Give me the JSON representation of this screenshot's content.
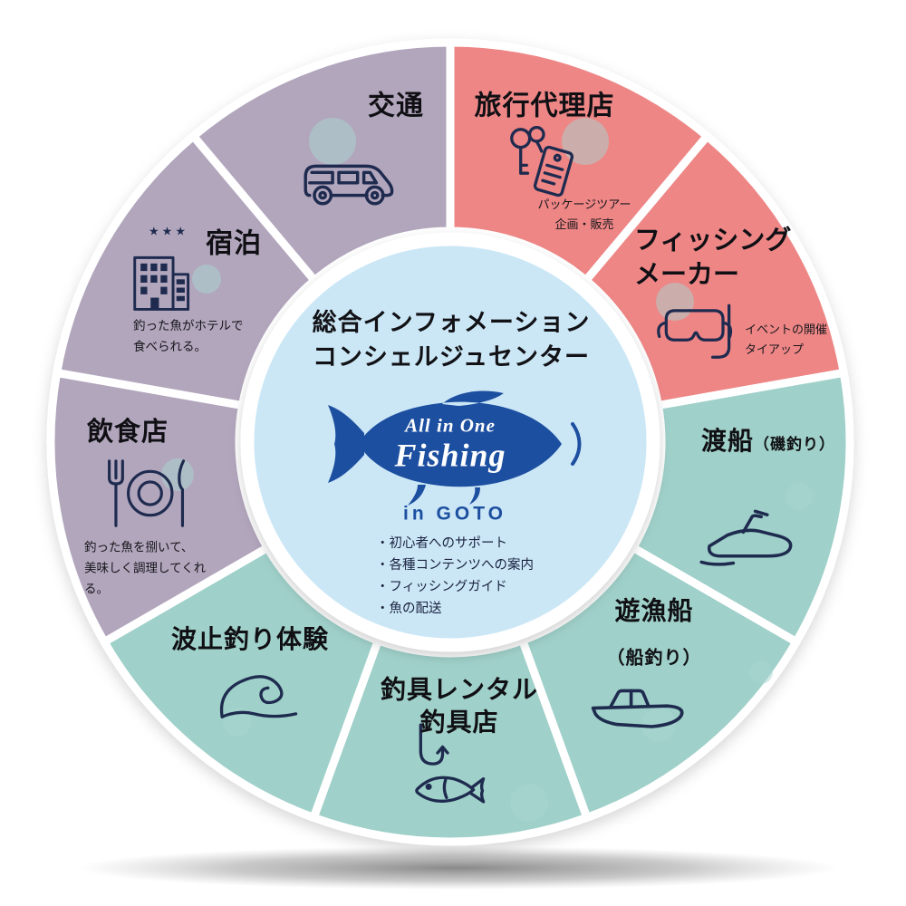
{
  "palette": {
    "pink": "#ee8686",
    "teal": "#9fd0c9",
    "purple": "#b2a6bd",
    "center_blue": "#cbe7f6",
    "logo_blue": "#1d4fa0",
    "line_dark": "#1e2b4f",
    "bubble": "rgba(168,214,208,0.5)"
  },
  "center": {
    "title": "総合インフォメーション\nコンシェルジュセンター",
    "logo_line1": "All in One",
    "logo_line2": "Fishing",
    "location": "in GOTO",
    "services": "・初心者へのサポート\n・各種コンテンツへの案内\n・フィッシングガイド\n・魚の配送"
  },
  "segments": [
    {
      "id": "travel-agency",
      "label": "旅行代理店",
      "desc": "パッケージツアー\n企画・販売",
      "color": "pink",
      "icon": "keys-icon"
    },
    {
      "id": "fishing-maker",
      "label": "フィッシング\nメーカー",
      "desc": "イベントの開催\nタイアップ",
      "color": "pink",
      "icon": "diving-mask-icon"
    },
    {
      "id": "ferry",
      "label": "渡船",
      "sublabel": "（磯釣り）",
      "color": "teal",
      "icon": "jet-ski-icon"
    },
    {
      "id": "fishing-boat",
      "label": "遊漁船",
      "sublabel": "（船釣り）",
      "color": "teal",
      "icon": "boat-icon"
    },
    {
      "id": "tackle-shop",
      "label": "釣具レンタル\n釣具店",
      "color": "teal",
      "icon": "fish-hook-icon"
    },
    {
      "id": "breakwater",
      "label": "波止釣り体験",
      "color": "teal",
      "icon": "wave-icon"
    },
    {
      "id": "restaurant",
      "label": "飲食店",
      "desc": "釣った魚を捌いて、\n美味しく調理してくれ\nる。",
      "color": "purple",
      "icon": "cutlery-icon"
    },
    {
      "id": "lodging",
      "label": "宿泊",
      "stars": "★★★",
      "desc": "釣った魚がホテルで\n食べられる。",
      "color": "purple",
      "icon": "hotel-icon"
    },
    {
      "id": "transport",
      "label": "交通",
      "color": "purple",
      "icon": "car-icon"
    }
  ]
}
